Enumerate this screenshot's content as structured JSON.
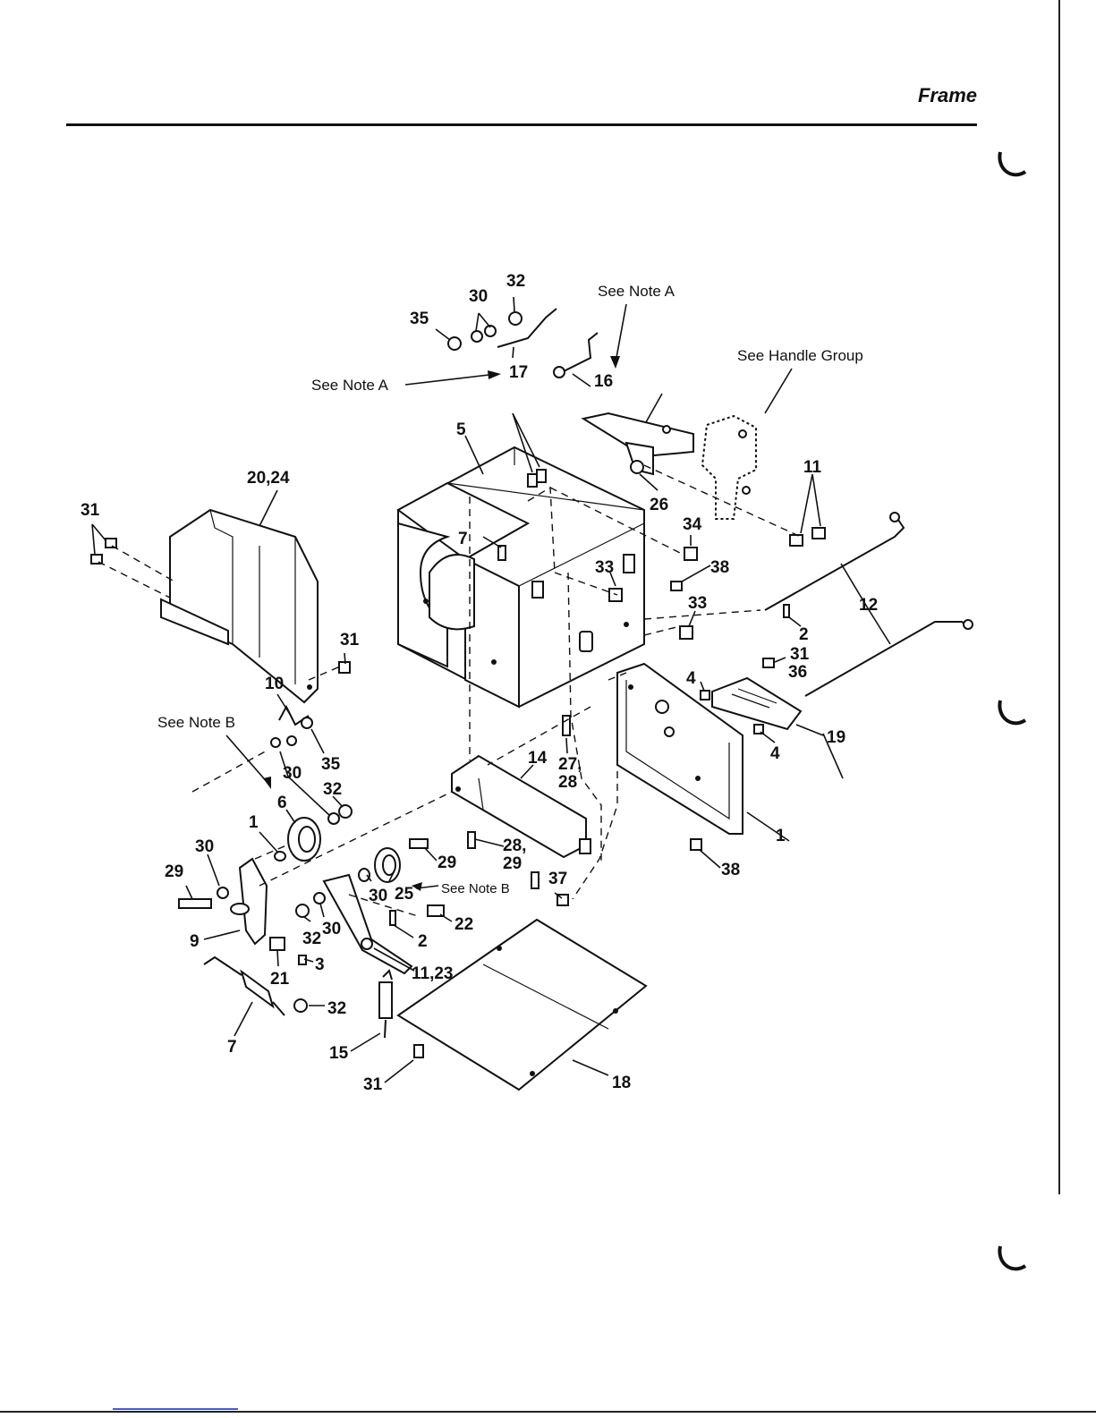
{
  "header": {
    "title": "Frame"
  },
  "notes": {
    "note_a_top": "See Note A",
    "note_a_left": "See Note A",
    "handle_group": "See Handle Group",
    "note_b_left": "See Note B",
    "note_b_center": "See Note B"
  },
  "callouts": [
    {
      "id": "c32a",
      "text": "32"
    },
    {
      "id": "c30a",
      "text": "30"
    },
    {
      "id": "c35a",
      "text": "35"
    },
    {
      "id": "c17",
      "text": "17"
    },
    {
      "id": "c16",
      "text": "16"
    },
    {
      "id": "c5",
      "text": "5"
    },
    {
      "id": "c2024",
      "text": "20,24"
    },
    {
      "id": "c31a",
      "text": "31"
    },
    {
      "id": "c7a",
      "text": "7"
    },
    {
      "id": "c26",
      "text": "26"
    },
    {
      "id": "c11a",
      "text": "11"
    },
    {
      "id": "c34",
      "text": "34"
    },
    {
      "id": "c38a",
      "text": "38"
    },
    {
      "id": "c33a",
      "text": "33"
    },
    {
      "id": "c33b",
      "text": "33"
    },
    {
      "id": "c12",
      "text": "12"
    },
    {
      "id": "c2a",
      "text": "2"
    },
    {
      "id": "c31b",
      "text": "31"
    },
    {
      "id": "c31c",
      "text": "31"
    },
    {
      "id": "c36",
      "text": "36"
    },
    {
      "id": "c10",
      "text": "10"
    },
    {
      "id": "c4a",
      "text": "4"
    },
    {
      "id": "c4b",
      "text": "4"
    },
    {
      "id": "c19",
      "text": "19"
    },
    {
      "id": "c35b",
      "text": "35"
    },
    {
      "id": "c30b",
      "text": "30"
    },
    {
      "id": "c32b",
      "text": "32"
    },
    {
      "id": "c6",
      "text": "6"
    },
    {
      "id": "c14",
      "text": "14"
    },
    {
      "id": "c2728",
      "text": "27,"
    },
    {
      "id": "c28a",
      "text": "28"
    },
    {
      "id": "c1a",
      "text": "1"
    },
    {
      "id": "c1b",
      "text": "1"
    },
    {
      "id": "c30c",
      "text": "30"
    },
    {
      "id": "c29a",
      "text": "29"
    },
    {
      "id": "c29b",
      "text": "29"
    },
    {
      "id": "c2829",
      "text": "28,"
    },
    {
      "id": "c29c",
      "text": "29"
    },
    {
      "id": "c38b",
      "text": "38"
    },
    {
      "id": "c30d",
      "text": "30"
    },
    {
      "id": "c25",
      "text": "25"
    },
    {
      "id": "c37",
      "text": "37"
    },
    {
      "id": "c9",
      "text": "9"
    },
    {
      "id": "c32c",
      "text": "32"
    },
    {
      "id": "c30e",
      "text": "30"
    },
    {
      "id": "c2b",
      "text": "2"
    },
    {
      "id": "c22",
      "text": "22"
    },
    {
      "id": "c21",
      "text": "21"
    },
    {
      "id": "c3",
      "text": "3"
    },
    {
      "id": "c1123",
      "text": "11,23"
    },
    {
      "id": "c7b",
      "text": "7"
    },
    {
      "id": "c32d",
      "text": "32"
    },
    {
      "id": "c15",
      "text": "15"
    },
    {
      "id": "c31d",
      "text": "31"
    },
    {
      "id": "c18",
      "text": "18"
    }
  ]
}
